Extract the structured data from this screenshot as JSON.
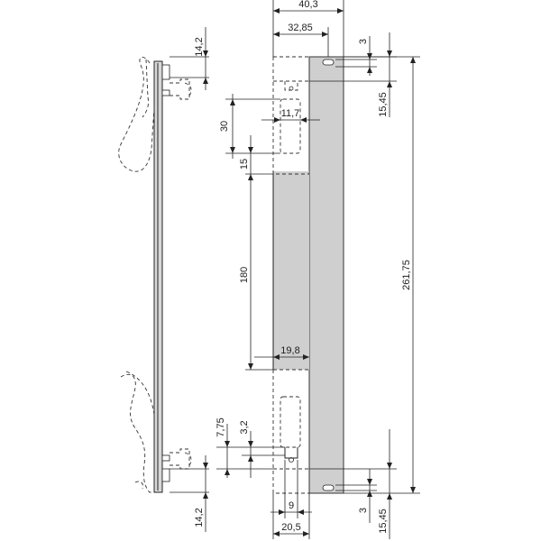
{
  "dimensions": {
    "top_width_total": "40,3",
    "top_width_inner": "32,85",
    "top_right_small": "3",
    "left_top_14_2": "14,2",
    "right_top_15_45": "15,45",
    "slot_width_11_7": "11,7",
    "height_30": "30",
    "height_15": "15",
    "height_180": "180",
    "total_height": "261,75",
    "bottom_19_8": "19,8",
    "bottom_7_75": "7,75",
    "bottom_3_2": "3,2",
    "bottom_9": "9",
    "bottom_20_5": "20,5",
    "bottom_right_3": "3",
    "bottom_right_15_45": "15,45",
    "left_bottom_14_2": "14,2"
  }
}
